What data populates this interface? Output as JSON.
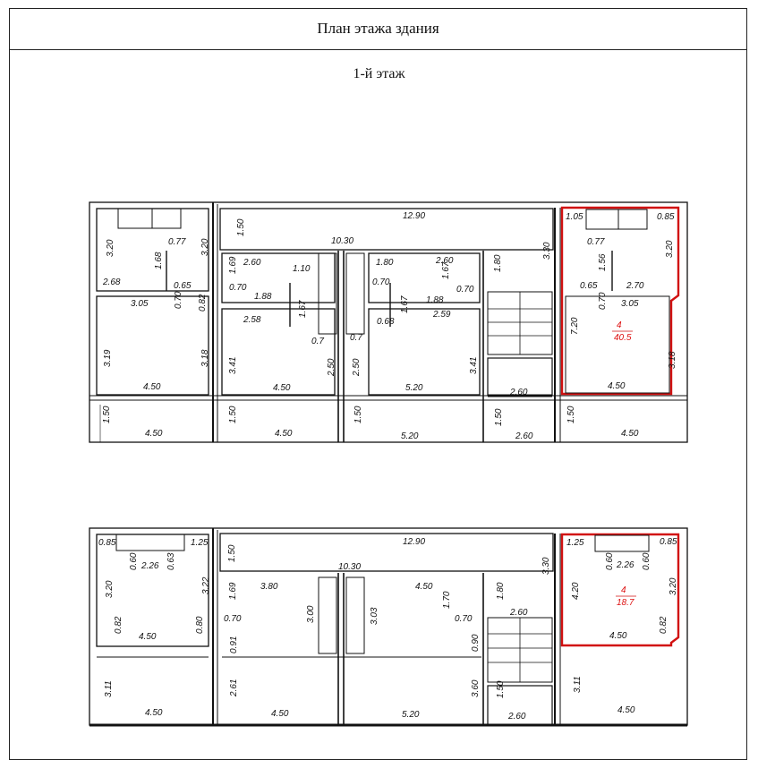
{
  "title": "План этажа здания",
  "floor_label": "1-й этаж",
  "accent_color": "#d11111",
  "plan1": {
    "dims": [
      "12.90",
      "1.50",
      "10.30",
      "3.20",
      "0.77",
      "3.20",
      "1.68",
      "2.68",
      "0.65",
      "3.05",
      "0.70",
      "0.82",
      "1.69",
      "2.60",
      "1.10",
      "0.70",
      "1.88",
      "1.67",
      "2.58",
      "1.80",
      "2.60",
      "1.67",
      "0.70",
      "1.88",
      "0.70",
      "1.67",
      "2.59",
      "0.68",
      "0.7",
      "0.7",
      "1.80",
      "3.30",
      "3.19",
      "3.18",
      "3.41",
      "2.50",
      "2.50",
      "3.41",
      "4.50",
      "4.50",
      "5.20",
      "2.60",
      "1.50",
      "4.50",
      "1.50",
      "4.50",
      "1.50",
      "5.20",
      "1.50",
      "2.60",
      "1.05",
      "0.85",
      "0.77",
      "3.20",
      "1.56",
      "0.65",
      "2.70",
      "0.70",
      "3.05",
      "7.20",
      "3.18",
      "4.50",
      "1.50",
      "4.50"
    ],
    "highlight": {
      "num": "4",
      "area": "40.5"
    }
  },
  "plan2": {
    "dims": [
      "0.85",
      "1.25",
      "12.90",
      "1.50",
      "10.30",
      "3.30",
      "0.60",
      "2.26",
      "0.63",
      "3.20",
      "3.22",
      "3.80",
      "4.50",
      "1.69",
      "1.70",
      "1.80",
      "0.70",
      "0.70",
      "3.00",
      "3.03",
      "2.60",
      "0.82",
      "4.50",
      "0.80",
      "0.91",
      "0.90",
      "3.11",
      "2.61",
      "3.60",
      "1.50",
      "3.11",
      "4.50",
      "4.50",
      "5.20",
      "2.60",
      "4.50",
      "1.25",
      "0.85",
      "0.60",
      "2.26",
      "0.60",
      "4.20",
      "3.20",
      "4.50",
      "0.82"
    ],
    "highlight": {
      "num": "4",
      "area": "18.7"
    }
  }
}
